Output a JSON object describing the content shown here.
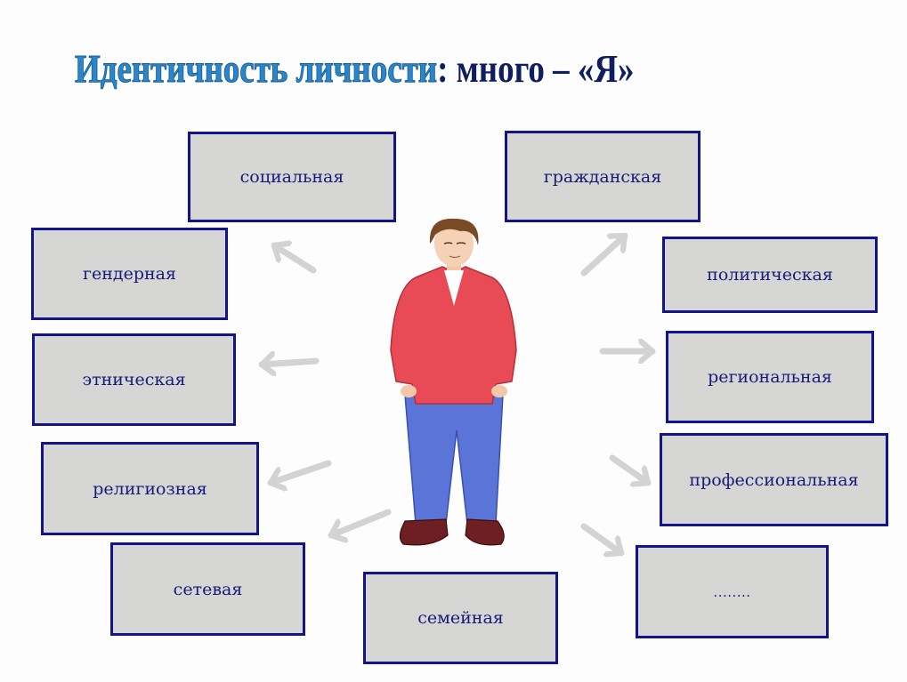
{
  "title": {
    "part1": "Идентичность  личности",
    "part2": ": много – «Я»"
  },
  "colors": {
    "box_fill": "#d6d6d4",
    "box_border": "#14148a",
    "box_text": "#1a1a7a",
    "arrow": "#d3d3d3",
    "title_blue": "#2a86c8",
    "title_dark": "#0f1f5e"
  },
  "center_figure": "young-man-illustration",
  "boxes": [
    {
      "id": "social",
      "label": "социальная"
    },
    {
      "id": "civil",
      "label": "гражданская"
    },
    {
      "id": "gender",
      "label": "гендерная"
    },
    {
      "id": "political",
      "label": "политическая"
    },
    {
      "id": "ethnic",
      "label": "этническая"
    },
    {
      "id": "regional",
      "label": "региональная"
    },
    {
      "id": "religious",
      "label": "религиозная"
    },
    {
      "id": "professional",
      "label": "профессиональная"
    },
    {
      "id": "network",
      "label": "сетевая"
    },
    {
      "id": "family",
      "label": "семейная"
    },
    {
      "id": "more",
      "label": "........"
    }
  ]
}
